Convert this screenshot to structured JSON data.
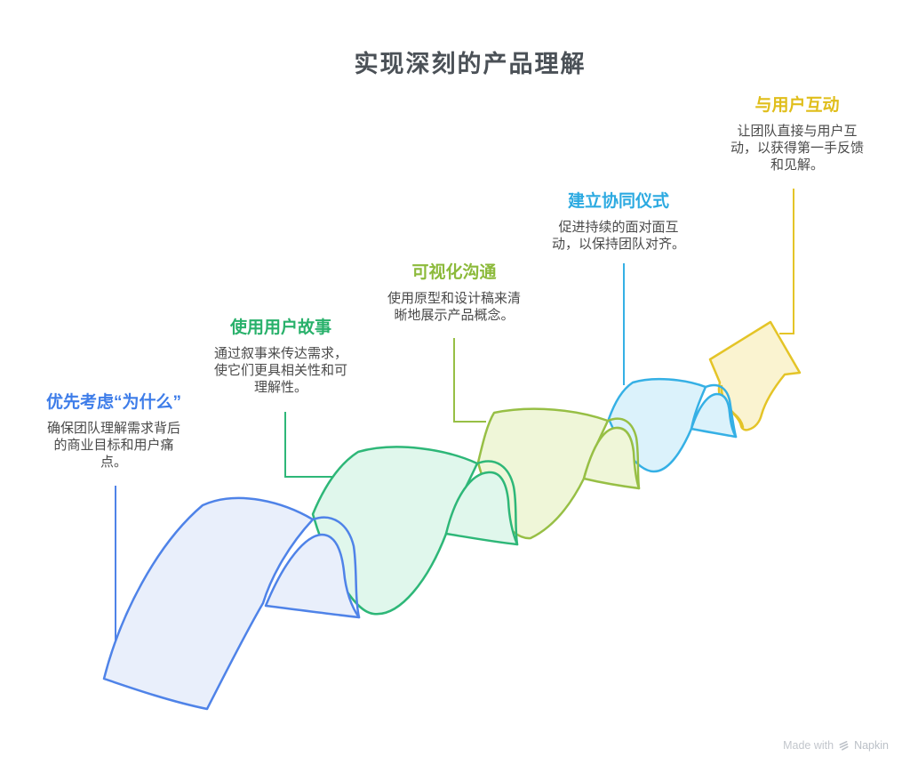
{
  "title": {
    "text": "实现深刻的产品理解",
    "color": "#4B5157"
  },
  "steps": [
    {
      "heading": "优先考虑“为什么”",
      "body": "确保团队理解需求背后\n的商业目标和用户痛\n点。",
      "accent": "#3E7DE9",
      "stroke": "#4F83E8",
      "fill": "#E9EFFB"
    },
    {
      "heading": "使用用户故事",
      "body": "通过叙事来传达需求，\n使它们更具相关性和可\n理解性。",
      "accent": "#29B16B",
      "stroke": "#2EB778",
      "fill": "#E0F7EC"
    },
    {
      "heading": "可视化沟通",
      "body": "使用原型和设计稿来清\n晰地展示产品概念。",
      "accent": "#8CBA3B",
      "stroke": "#97BF45",
      "fill": "#EFF6D8"
    },
    {
      "heading": "建立协同仪式",
      "body": "促进持续的面对面互\n动，以保持团队对齐。",
      "accent": "#2CAAE1",
      "stroke": "#35B0E5",
      "fill": "#DBF2FB"
    },
    {
      "heading": "与用户互动",
      "body": "让团队直接与用户互\n动，以获得第一手反馈\n和见解。",
      "accent": "#E0BE1B",
      "stroke": "#E4C427",
      "fill": "#FAF3D0"
    }
  ],
  "watermark": {
    "prefix": "Made with",
    "brand": "Napkin",
    "color": "#C2C6CC"
  }
}
